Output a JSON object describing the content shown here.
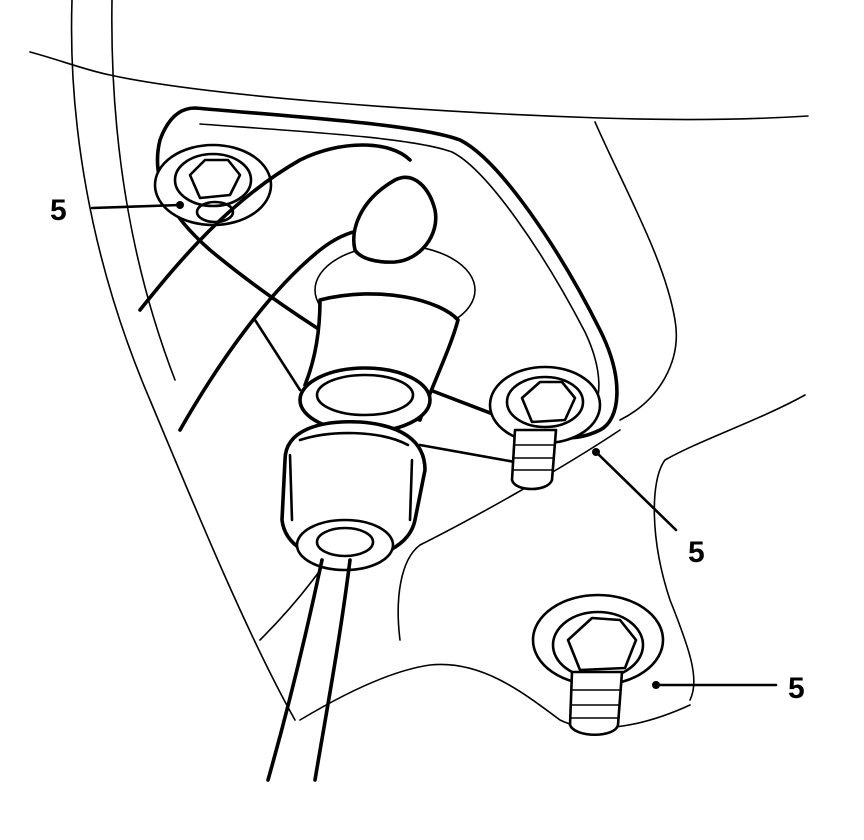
{
  "callouts": [
    {
      "id": "top-left",
      "label": "5"
    },
    {
      "id": "middle-right",
      "label": "5"
    },
    {
      "id": "bottom-right",
      "label": "5"
    }
  ]
}
